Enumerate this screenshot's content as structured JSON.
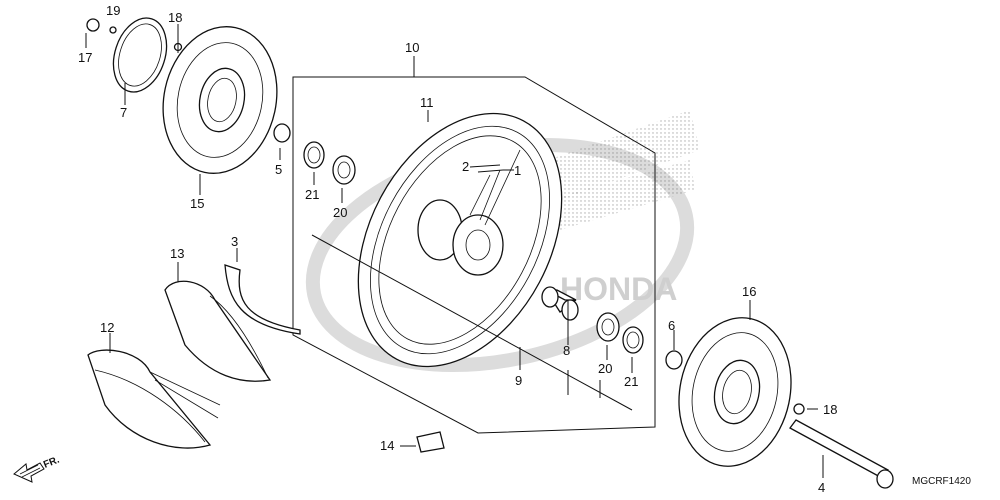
{
  "callouts": {
    "c1": "1",
    "c2": "2",
    "c3": "3",
    "c4": "4",
    "c5": "5",
    "c6": "6",
    "c7": "7",
    "c8": "8",
    "c9": "9",
    "c10": "10",
    "c11": "11",
    "c12": "12",
    "c13": "13",
    "c14": "14",
    "c15": "15",
    "c16": "16",
    "c17": "17",
    "c18a": "18",
    "c18b": "18",
    "c19": "19",
    "c20a": "20",
    "c20b": "20",
    "c21a": "21",
    "c21b": "21"
  },
  "direction_marker": "FR.",
  "diagram_code": "MGCRF1420",
  "watermark_text": "HONDA",
  "colors": {
    "line": "#111111",
    "watermark": "#d9d9d9"
  }
}
